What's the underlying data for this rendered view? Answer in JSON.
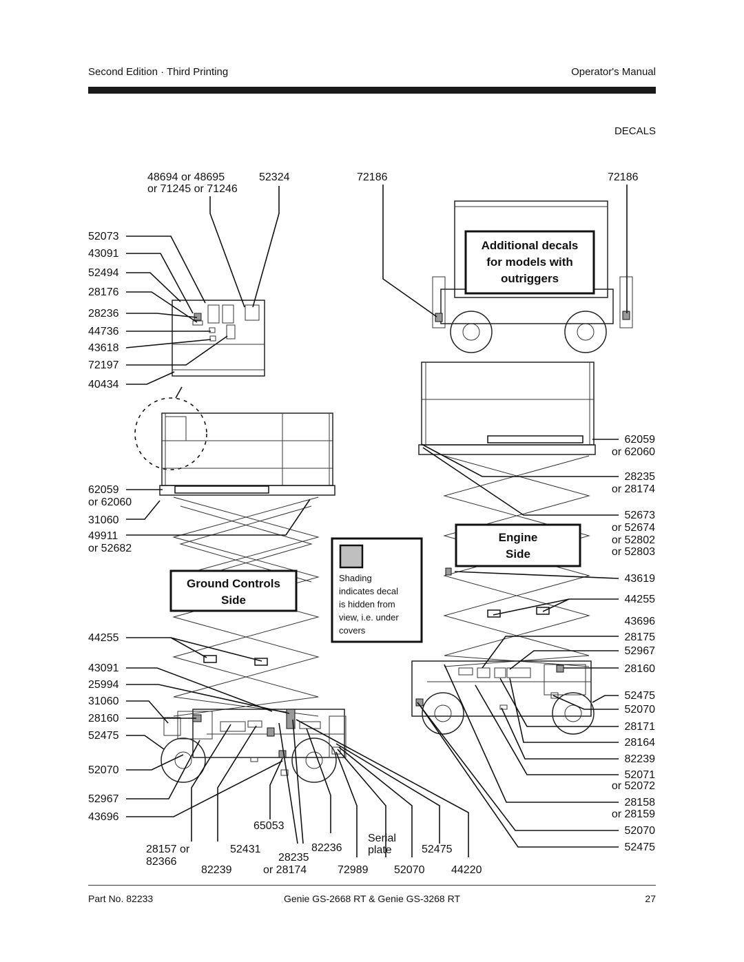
{
  "header": {
    "left": "Second Edition · Third Printing",
    "right": "Operator's Manual",
    "section": "DECALS"
  },
  "labels": {
    "top_48694": "48694 or 48695",
    "top_71245": "or 71245 or 71246",
    "top_52324": "52324",
    "top_72186_a": "72186",
    "top_72186_b": "72186",
    "l_52073": "52073",
    "l_43091": "43091",
    "l_52494": "52494",
    "l_28176": "28176",
    "l_28236": "28236",
    "l_44736": "44736",
    "l_43618": "43618",
    "l_72197": "72197",
    "l_40434": "40434",
    "l_62059": "62059",
    "l_or62060": "or 62060",
    "l_31060": "31060",
    "l_49911": "49911",
    "l_or52682": "or 52682",
    "l_44255": "44255",
    "l_43091b": "43091",
    "l_25994": "25994",
    "l_31060b": "31060",
    "l_28160": "28160",
    "l_52475": "52475",
    "l_52070": "52070",
    "l_52967": "52967",
    "l_43696": "43696",
    "b_28157": "28157 or",
    "b_82366": "82366",
    "b_82239": "82239",
    "b_52431": "52431",
    "b_65053": "65053",
    "b_28235": "28235",
    "b_or28174": "or 28174",
    "b_82236": "82236",
    "b_serial": "Serial",
    "b_plate": "plate",
    "b_72989": "72989",
    "b_52475": "52475",
    "b_52070": "52070",
    "b_44220": "44220",
    "r_62059": "62059",
    "r_or62060": "or 62060",
    "r_28235": "28235",
    "r_or28174": "or 28174",
    "r_52673": "52673",
    "r_or52674": "or 52674",
    "r_or52802": "or 52802",
    "r_or52803": "or 52803",
    "r_43619": "43619",
    "r_44255": "44255",
    "r_43696": "43696",
    "r_28175": "28175",
    "r_52967": "52967",
    "r_28160": "28160",
    "r_52475": "52475",
    "r_52070": "52070",
    "r_28171": "28171",
    "r_28164": "28164",
    "r_82239": "82239",
    "r_52071": "52071",
    "r_or52072": "or  52072",
    "r_28158": "28158",
    "r_or28159": "or 28159",
    "r_52070b": "52070",
    "r_52475b": "52475"
  },
  "boxes": {
    "outriggers_1": "Additional  decals",
    "outriggers_2": "for  models  with",
    "outriggers_3": "outriggers",
    "ground_1": "Ground  Controls",
    "ground_2": "Side",
    "engine_1": "Engine",
    "engine_2": "Side"
  },
  "legend": {
    "line1": "Shading",
    "line2": "indicates  decal",
    "line3": "is hidden from",
    "line4": "view, i.e. under",
    "line5": "covers"
  },
  "footer": {
    "part": "Part No. 82233",
    "model": "Genie GS-2668 RT & Genie GS-3268 RT",
    "page": "27"
  }
}
